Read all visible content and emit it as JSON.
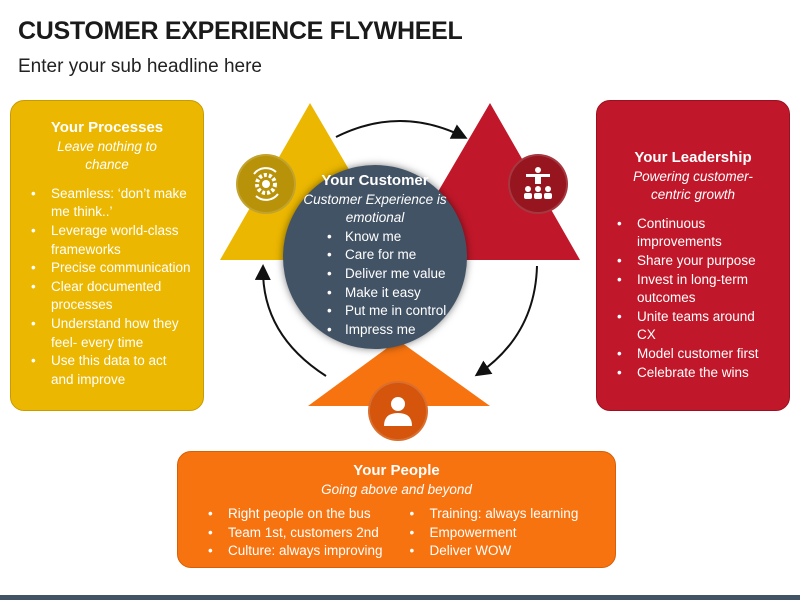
{
  "title": "CUSTOMER EXPERIENCE FLYWHEEL",
  "subtitle": "Enter your sub headline here",
  "processes": {
    "heading": "Your Processes",
    "tagline": "Leave nothing to chance",
    "items": [
      "Seamless: ‘don’t make me think..’",
      "Leverage world-class frameworks",
      "Precise communication",
      "Clear documented processes",
      "Understand how they feel- every time",
      "Use this data to act and improve"
    ],
    "icon": "gears-cycle-icon",
    "color": "#EBB700"
  },
  "leadership": {
    "heading": "Your Leadership",
    "tagline": "Powering customer-centric growth",
    "items": [
      "Continuous improvements",
      "Share your purpose",
      "Invest in long-term outcomes",
      "Unite teams around CX",
      "Model customer first",
      "Celebrate the wins"
    ],
    "icon": "leader-team-icon",
    "color": "#C0182A"
  },
  "customer": {
    "heading": "Your Customer",
    "tagline": "Customer Experience is emotional",
    "items": [
      "Know me",
      "Care for me",
      "Deliver me value",
      "Make it easy",
      "Put me in control",
      "Impress me"
    ],
    "color": "#435366"
  },
  "people": {
    "heading": "Your People",
    "tagline": "Going above and beyond",
    "items_left": [
      "Right people on the bus",
      "Team 1st, customers 2nd",
      "Culture: always improving"
    ],
    "items_right": [
      "Training: always learning",
      "Empowerment",
      "Deliver WOW"
    ],
    "icon": "person-icon",
    "color": "#F7730F"
  }
}
